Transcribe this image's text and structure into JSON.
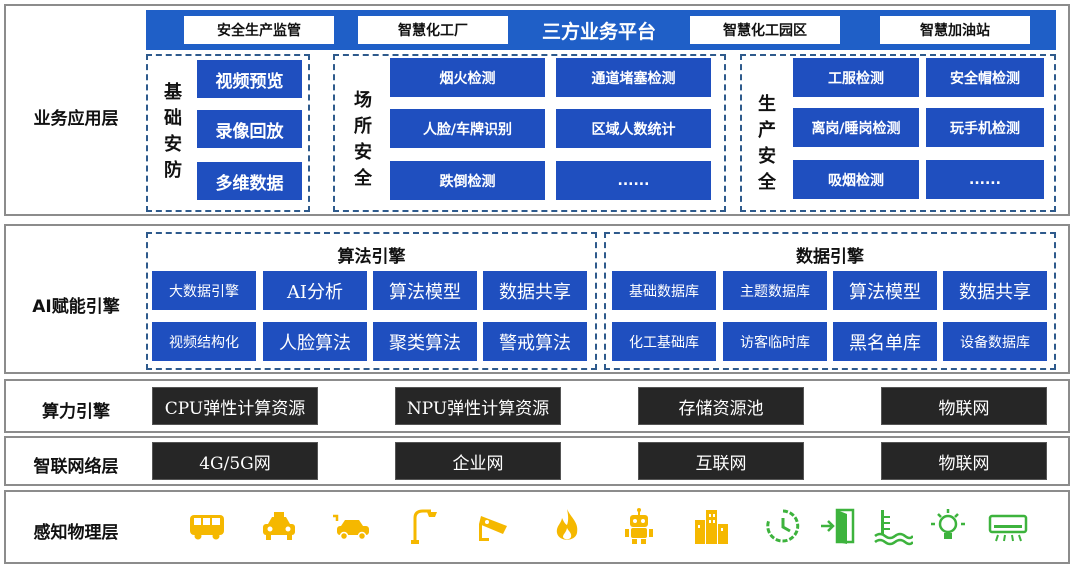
{
  "layers": {
    "business": "业务应用层",
    "ai": "AI赋能引擎",
    "compute": "算力引擎",
    "network": "智联网络层",
    "perception": "感知物理层"
  },
  "platform": {
    "title": "三方业务平台",
    "tabs": [
      "安全生产监管",
      "智慧化工厂",
      "智慧化工园区",
      "智慧加油站"
    ]
  },
  "basic_security": {
    "title": "基础安防",
    "items": [
      "视频预览",
      "录像回放",
      "多维数据"
    ]
  },
  "site_security": {
    "title": "场所安全",
    "items": [
      "烟火检测",
      "通道堵塞检测",
      "人脸/车牌识别",
      "区域人数统计",
      "跌倒检测",
      "......"
    ]
  },
  "production_security": {
    "title": "生产安全",
    "items": [
      "工服检测",
      "安全帽检测",
      "离岗/睡岗检测",
      "玩手机检测",
      "吸烟检测",
      "......"
    ]
  },
  "algo_engine": {
    "title": "算法引擎",
    "items": [
      "大数据引擎",
      "AI分析",
      "算法模型",
      "数据共享",
      "视频结构化",
      "人脸算法",
      "聚类算法",
      "警戒算法"
    ]
  },
  "data_engine": {
    "title": "数据引擎",
    "items": [
      "基础数据库",
      "主题数据库",
      "算法模型",
      "数据共享",
      "化工基础库",
      "访客临时库",
      "黑名单库",
      "设备数据库"
    ]
  },
  "compute": {
    "items": [
      "CPU弹性计算资源",
      "NPU弹性计算资源",
      "存储资源池",
      "物联网"
    ]
  },
  "network": {
    "items": [
      "4G/5G网",
      "企业网",
      "互联网",
      "物联网"
    ]
  },
  "icons": [
    "bus-icon",
    "taxi-icon",
    "electric-car-icon",
    "street-lamp-icon",
    "camera-icon",
    "fire-icon",
    "robot-icon",
    "buildings-icon",
    "timer-icon",
    "door-exit-icon",
    "water-level-icon",
    "lightbulb-icon",
    "air-conditioner-icon"
  ],
  "colors": {
    "blue": "#1f4fbf",
    "platform_blue": "#1f5fc7",
    "dark": "#262626",
    "icon_yellow": "#f5b800",
    "icon_green": "#3db33d"
  }
}
